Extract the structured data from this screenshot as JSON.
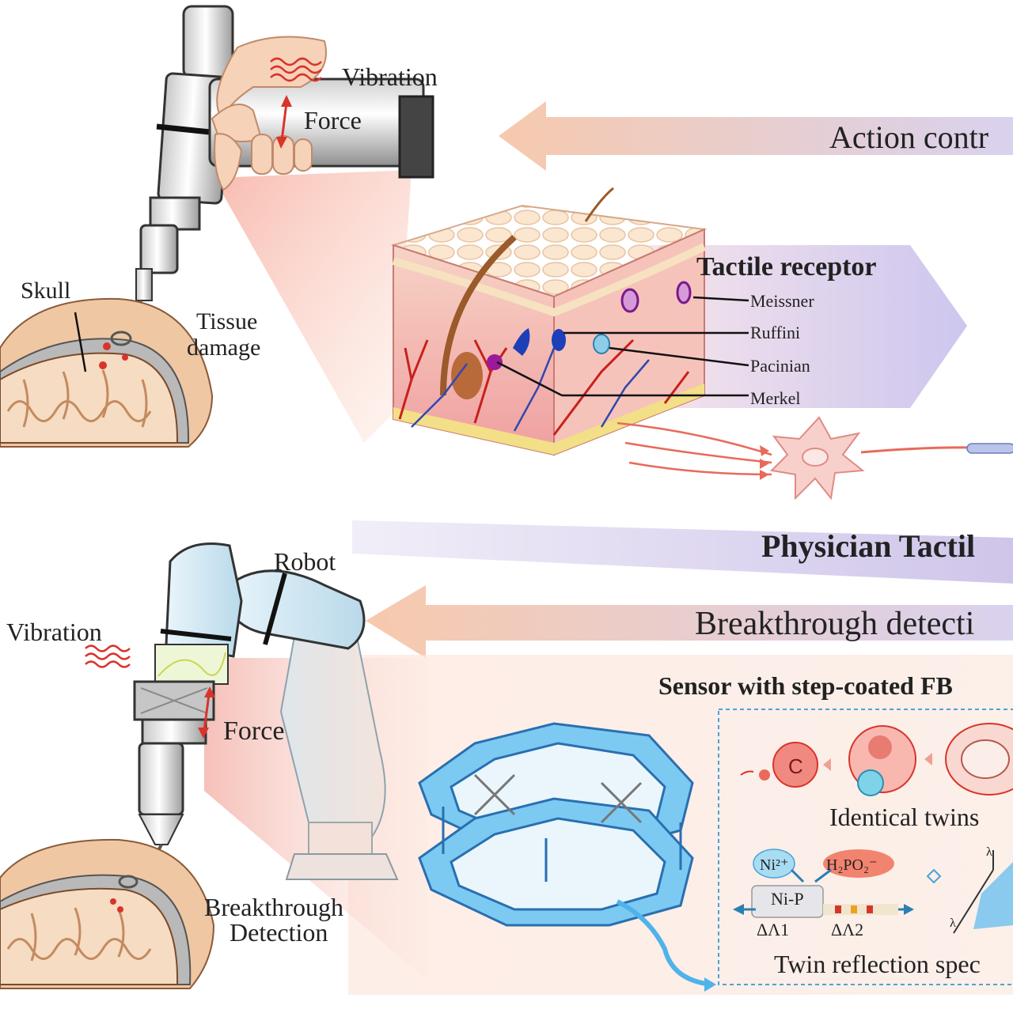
{
  "top_panel": {
    "drill_labels": {
      "vibration": "Vibration",
      "force": "Force"
    },
    "action_arrow": "Action contr",
    "skull_labels": {
      "skull": "Skull",
      "tissue_line1": "Tissue",
      "tissue_line2": "damage"
    },
    "receptor_title": "Tactile receptor",
    "receptors": [
      "Meissner",
      "Ruffini",
      "Pacinian",
      "Merkel"
    ],
    "physician_banner": "Physician Tactil"
  },
  "bottom_panel": {
    "robot_label": "Robot",
    "vibration": "Vibration",
    "force": "Force",
    "breakthrough_arrow": "Breakthrough detecti",
    "breakthrough_line1": "Breakthrough",
    "breakthrough_line2": "Detection",
    "sensor_title": "Sensor with step-coated FB",
    "twins": {
      "cell_letter": "C",
      "caption": "Identical twins"
    },
    "chem": {
      "ni_ion": "Ni²⁺",
      "h2po2": "H₂PO₂⁻",
      "nip": "Ni-P",
      "d1": "ΔΛ1",
      "d2": "ΔΛ2",
      "axis_l1": "λ",
      "axis_l2": "λ"
    },
    "spectrum_caption": "Twin reflection spec"
  },
  "colors": {
    "arrow_peach": "#f6cdb3",
    "arrow_lavender": "#ddd3ee",
    "sensor_blue": "#5ab6ea",
    "skin_pink": "#f3b9b0",
    "dashed_box": "#4aa3d9",
    "red": "#d9342b"
  }
}
